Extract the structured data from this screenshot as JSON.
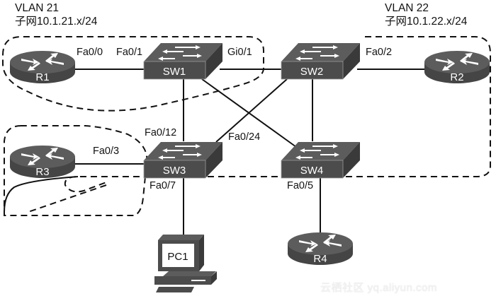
{
  "diagram": {
    "vlans": [
      {
        "id": "vlan21",
        "name": "VLAN 21",
        "subnet": "子网10.1.21.x/24"
      },
      {
        "id": "vlan22",
        "name": "VLAN 22",
        "subnet": "子网10.1.22.x/24"
      }
    ],
    "devices": {
      "R1": {
        "label": "R1",
        "type": "router"
      },
      "R2": {
        "label": "R2",
        "type": "router"
      },
      "R3": {
        "label": "R3",
        "type": "router"
      },
      "R4": {
        "label": "R4",
        "type": "router"
      },
      "SW1": {
        "label": "SW1",
        "type": "switch"
      },
      "SW2": {
        "label": "SW2",
        "type": "switch"
      },
      "SW3": {
        "label": "SW3",
        "type": "switch"
      },
      "SW4": {
        "label": "SW4",
        "type": "switch"
      },
      "PC1": {
        "label": "PC1",
        "type": "pc"
      }
    },
    "links": [
      {
        "from": "R1",
        "to": "SW1",
        "from_port": "Fa0/0",
        "to_port": "Fa0/1"
      },
      {
        "from": "SW1",
        "to": "SW2",
        "from_port": "Gi0/1",
        "to_port": ""
      },
      {
        "from": "SW2",
        "to": "R2",
        "from_port": "Fa0/2",
        "to_port": ""
      },
      {
        "from": "SW1",
        "to": "SW3",
        "from_port": "",
        "to_port": "Fa0/12"
      },
      {
        "from": "SW1",
        "to": "SW4",
        "from_port": "",
        "to_port": ""
      },
      {
        "from": "SW2",
        "to": "SW3",
        "from_port": "",
        "to_port": "Fa0/24"
      },
      {
        "from": "SW2",
        "to": "SW4",
        "from_port": "",
        "to_port": ""
      },
      {
        "from": "R3",
        "to": "SW3",
        "from_port": "",
        "to_port": "Fa0/3"
      },
      {
        "from": "SW3",
        "to": "PC1",
        "from_port": "Fa0/7",
        "to_port": ""
      },
      {
        "from": "SW4",
        "to": "R4",
        "from_port": "Fa0/5",
        "to_port": ""
      }
    ],
    "port_labels": {
      "fa00": "Fa0/0",
      "fa01": "Fa0/1",
      "gi01": "Gi0/1",
      "fa02": "Fa0/2",
      "fa012": "Fa0/12",
      "fa024": "Fa0/24",
      "fa03": "Fa0/3",
      "fa07": "Fa0/7",
      "fa05": "Fa0/5"
    },
    "colors": {
      "device_top": "#5a5a5a",
      "device_side": "#3f3f3f",
      "device_front": "#4a4a4a",
      "line": "#111111",
      "dash": "#111111"
    }
  },
  "watermark": "云栖社区 yq.aliyun.com"
}
